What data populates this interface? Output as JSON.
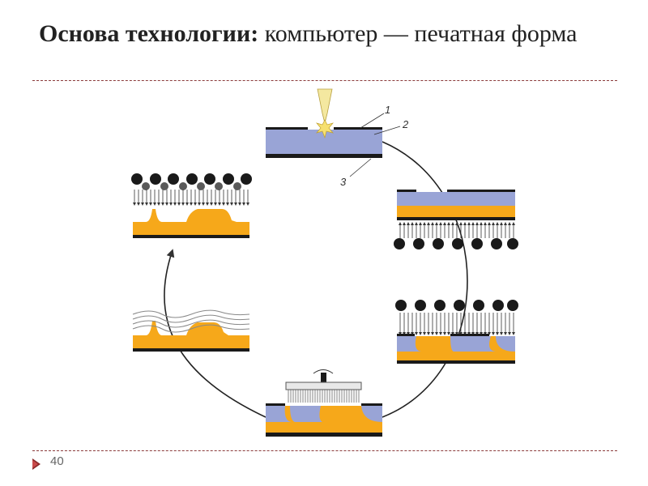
{
  "slide": {
    "title_bold": "Основа технологии:",
    "title_rest": " компьютер — печатная форма",
    "page_number": "40"
  },
  "diagram": {
    "labels": [
      "1",
      "2",
      "3"
    ],
    "colors": {
      "blue_layer": "#99a4d6",
      "orange_layer": "#f6a81a",
      "base": "#1a1a1a",
      "ball": "#1a1a1a",
      "gray_ball": "#5a5a5a",
      "arrow": "#333333",
      "laser": "#f4e8a0",
      "spark": "#f6e070"
    }
  }
}
